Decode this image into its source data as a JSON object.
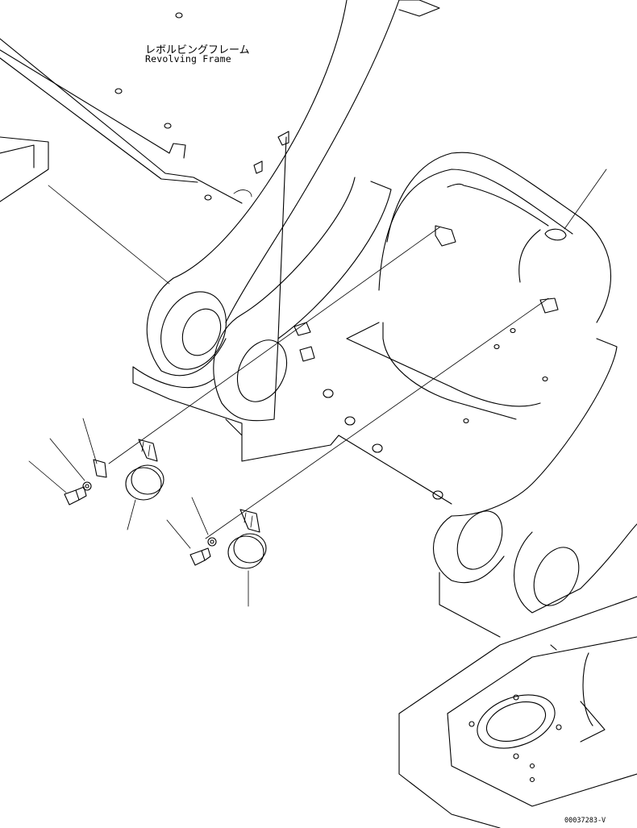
{
  "labels": {
    "part_name_jp": "レボルビングフレーム",
    "part_name_en": "Revolving Frame",
    "drawing_number": "00037283-V"
  }
}
